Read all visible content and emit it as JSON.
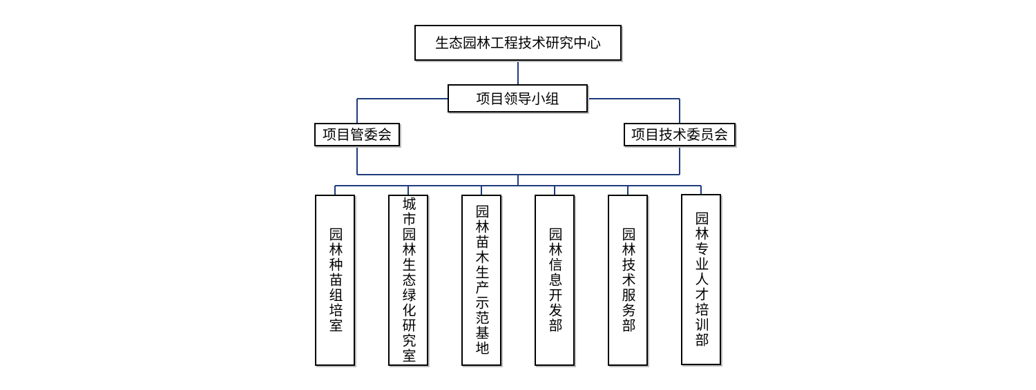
{
  "org_chart": {
    "root": {
      "label": "生态园林工程技术研究中心"
    },
    "leadership": {
      "label": "项目领导小组"
    },
    "committees": [
      {
        "label": "项目管委会"
      },
      {
        "label": "项目技术委员会"
      }
    ],
    "departments": [
      {
        "label": "园林种苗组培室"
      },
      {
        "label": "城市园林生态绿化研究室"
      },
      {
        "label": "园林苗木生产示范基地"
      },
      {
        "label": "园林信息开发部"
      },
      {
        "label": "园林技术服务部"
      },
      {
        "label": "园林专业人才培训部"
      }
    ],
    "colors": {
      "connector": "#1f3a7a",
      "box_border": "#000000",
      "box_shadow": "#bdbdbd"
    }
  }
}
